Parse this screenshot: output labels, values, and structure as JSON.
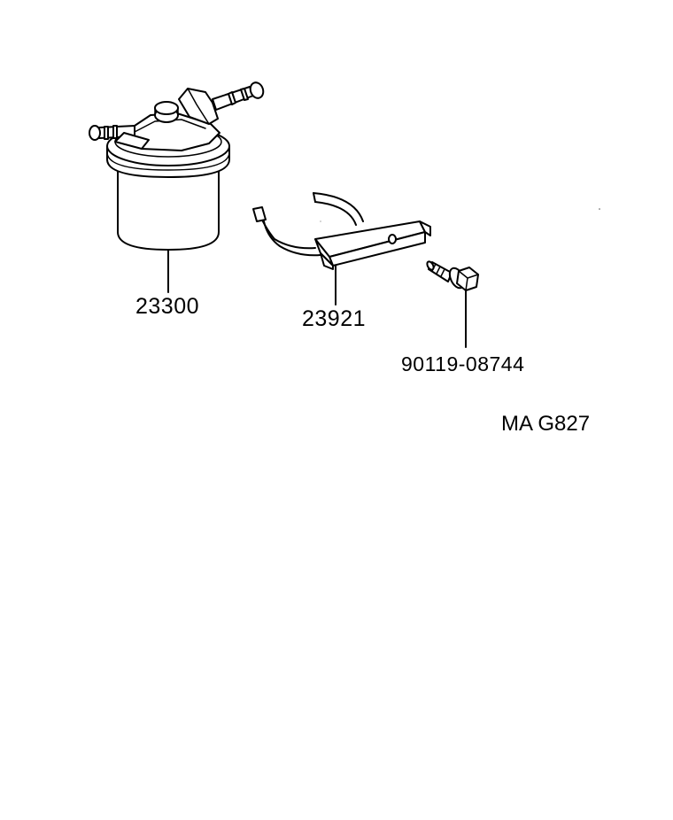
{
  "parts": [
    {
      "number": "23300",
      "icon": "fuel-filter-icon"
    },
    {
      "number": "23921",
      "icon": "filter-bracket-icon"
    },
    {
      "number": "90119-08744",
      "icon": "bolt-icon"
    }
  ],
  "reference_code": "MA G827"
}
